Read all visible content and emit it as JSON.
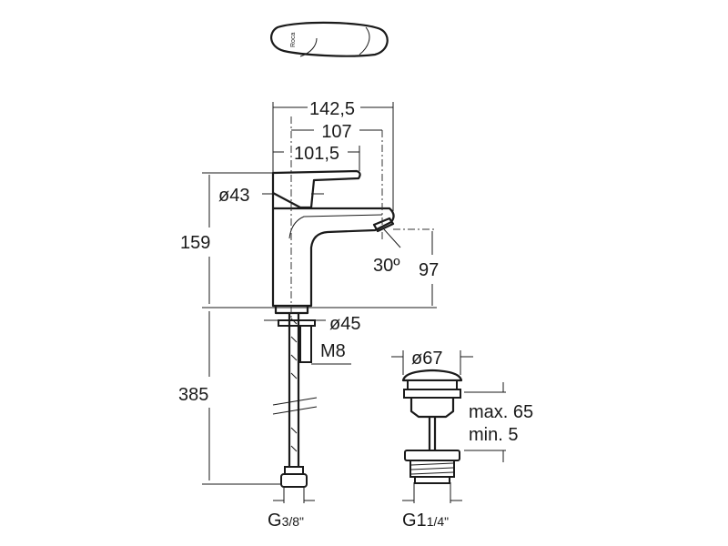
{
  "drawing": {
    "logo_text": "Roca",
    "dimensions": {
      "overall_length": "142,5",
      "spout_reach": "107",
      "handle_length": "101,5",
      "handle_diameter": "ø43",
      "total_height": "159",
      "spout_height": "97",
      "spray_angle": "30º",
      "base_diameter": "ø45",
      "stud_thread": "M8",
      "hose_length": "385",
      "hose_connection": "G",
      "hose_connection_fraction": "3/8\"",
      "waste_cap_diameter": "ø67",
      "waste_max": "max. 65",
      "waste_min": "min. 5",
      "waste_thread": "G1",
      "waste_thread_fraction": "1/4\""
    }
  }
}
